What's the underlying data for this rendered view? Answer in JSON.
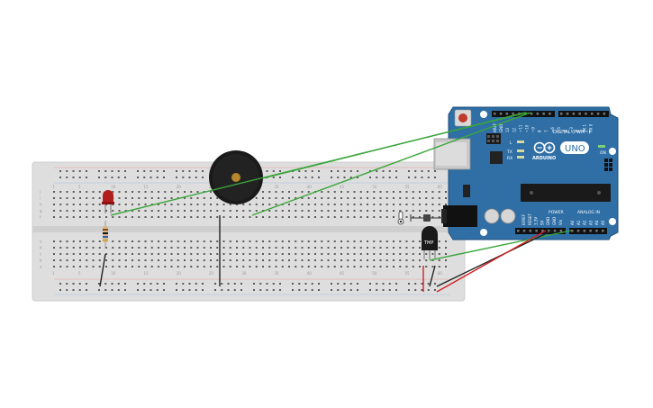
{
  "colors": {
    "breadboard": "#d9d9d9",
    "breadboard_edge": "#c8c8c8",
    "hole": "#5a5a5a",
    "rail_red": "#e06666",
    "rail_blue": "#6b9ad8",
    "arduino": "#2f6fa6",
    "arduino_dark": "#1e4f7b",
    "wire_green": "#3aa63a",
    "wire_black": "#222222",
    "wire_red": "#d32020",
    "led_red": "#b01e1e",
    "buzzer": "#1a1a1a",
    "buzzer_center": "#b8862b"
  },
  "breadboard": {
    "col_labels": [
      "1",
      "5",
      "10",
      "15",
      "20",
      "25",
      "30",
      "35",
      "40",
      "45",
      "50",
      "55",
      "60"
    ],
    "row_labels_top": [
      "j",
      "i",
      "h",
      "g",
      "f"
    ],
    "row_labels_bottom": [
      "e",
      "d",
      "c",
      "b",
      "a"
    ]
  },
  "arduino": {
    "brand": "ARDUINO",
    "model": "UNO",
    "digital_label": "DIGITAL (PWM~)",
    "power_label": "POWER",
    "analog_label": "ANALOG IN",
    "on_label": "ON",
    "l_label": "L",
    "tx_label": "TX",
    "rx_label": "RX",
    "top_pins": [
      "AREF",
      "GND",
      "13",
      "12",
      "~11",
      "~10",
      "~9",
      "8",
      "7",
      "~6",
      "~5",
      "4",
      "~3",
      "2",
      "TX 1",
      "RX 0"
    ],
    "power_pins": [
      "IOREF",
      "RESET",
      "3.3V",
      "5V",
      "GND",
      "GND",
      "Vin"
    ],
    "analog_pins": [
      "A0",
      "A1",
      "A2",
      "A3",
      "A4",
      "A5"
    ]
  },
  "components": {
    "sensor_label": "TMP"
  }
}
